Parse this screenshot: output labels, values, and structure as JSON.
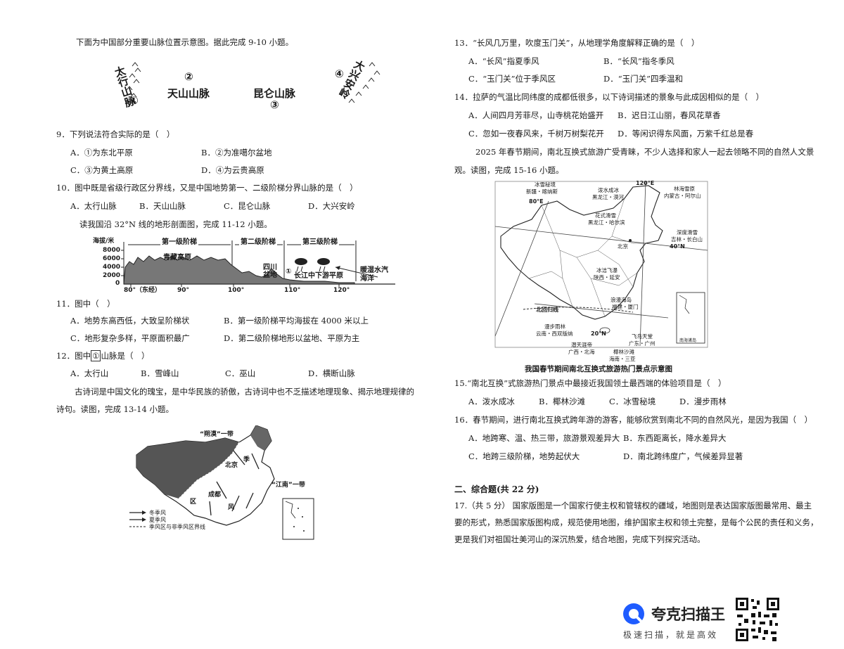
{
  "left": {
    "intro_mtn": "下面为中国部分重要山脉位置示意图。据此完成 9-10 小题。",
    "mtn_labels": {
      "m1": "太行山脉",
      "n1": "①",
      "n2": "②",
      "m2": "天山山脉",
      "m3": "昆仑山脉",
      "n3": "③",
      "n4": "④",
      "m4": "大兴安岭"
    },
    "q9": {
      "stem": "9．下列说法符合实际的是（　）",
      "a": "A．①为东北平原",
      "b": "B．②为准噶尔盆地",
      "c": "C．③为黄土高原",
      "d": "D．④为云贵高原"
    },
    "q10": {
      "stem": "10．图中既是省级行政区分界线，又是中国地势第一、二级阶梯分界山脉的是（　）",
      "a": "A．太行山脉",
      "b": "B．天山山脉",
      "c": "C．昆仑山脉",
      "d": "D．大兴安岭"
    },
    "intro_profile": "读我国沿 32°N 线的地形剖面图，完成 11-12 小题。",
    "profile": {
      "ylabel": "海拔/米",
      "yticks": [
        "8000",
        "6000",
        "4000",
        "2000",
        "0"
      ],
      "xticks": [
        "80°（东经）",
        "90°",
        "100°",
        "110°",
        "120°"
      ],
      "step1": "第一级阶梯",
      "step2": "第二级阶梯",
      "step3": "第三级阶梯",
      "plateau": "青藏高原",
      "basin_a": "四川",
      "basin_b": "盆地",
      "plain": "长江中下游平原",
      "vapor": "暖湿水汽",
      "ocean": "海洋",
      "marker": "①"
    },
    "q11": {
      "stem": "11．图中（　）",
      "a": "A．地势东高西低，大致呈阶梯状",
      "b": "B．第一级阶梯平均海拔在 4000 米以上",
      "c": "C．地形复杂多样，平原面积最广",
      "d": "D．第二级阶梯地形以盆地、平原为主"
    },
    "q12": {
      "stem_a": "12．图中",
      "stem_mark": "①",
      "stem_b": "山脉是（　）",
      "a": "A．太行山",
      "b": "B．雪峰山",
      "c": "C．巫山",
      "d": "D．横断山脉"
    },
    "intro_poem_1": "古诗词是中国文化的瑰宝，是中华民族的骄傲，古诗词中也不乏描述地理现象、揭示地理规律的",
    "intro_poem_2": "诗句。读图，完成 13-14 小题。",
    "map1": {
      "shuofang": "“朔漠”一带",
      "jiangnan": "“江南”一带",
      "beijing": "北京",
      "chengdu": "成都",
      "feng": "风",
      "qu": "区",
      "ji": "季",
      "legend_winter": "冬季风",
      "legend_summer": "夏季风",
      "legend_boundary": "季风区与非季风区界线"
    }
  },
  "right": {
    "q13": {
      "stem": "13．“长风几万里，吹度玉门关”，从地理学角度解释正确的是（　）",
      "a": "A．“长风”指夏季风",
      "b": "B．“长风”指冬季风",
      "c": "C．“玉门关”位于季风区",
      "d": "D．“玉门关”四季温和"
    },
    "q14": {
      "stem": "14．拉萨的气温比同纬度的成都低很多，以下诗词描述的景象与此成因相似的是（　）",
      "a": "A．人间四月芳菲尽，山寺桃花始盛开",
      "b": "B．迟日江山丽，春风花草香",
      "c": "C．忽如一夜春风来，千树万树梨花开",
      "d": "D．等闲识得东风面，万紫千红总是春"
    },
    "intro_travel_1": "2025 年春节期间，南北互换式旅游广受青睐，不少人选择和家人一起去领略不同的自然人文景",
    "intro_travel_2": "观。读图，完成 15-16 小题。",
    "map2": {
      "xinjiang_a": "冰雪秘境",
      "xinjiang_b": "新疆・喀纳斯",
      "e80": "80°E",
      "e120": "120°E",
      "heilong_a": "泼水成冰",
      "heilong_b": "黑龙江・漠河",
      "neimeng_a": "林海雪原",
      "neimeng_b": "内蒙古・阿尔山",
      "harbin_a": "花式滑雪",
      "harbin_b": "黑龙江・哈尔滨",
      "jilin_a": "深度滑雪",
      "jilin_b": "吉林・长白山",
      "n40": "40°N",
      "beijing": "北京",
      "yanan_a": "冰洁飞瀑",
      "yanan_b": "陕西・延安",
      "xiamen_a": "浪漫海岛",
      "xiamen_b": "福建・厦门",
      "tropic": "北回归线",
      "yunnan_a": "漫步雨林",
      "yunnan_b": "云南・西双版纳",
      "guangzhou_a": "飞鸟天堂",
      "guangzhou_b": "广东・广州",
      "n20": "20°N",
      "sanya_a": "椰林沙滩",
      "sanya_b": "海南・三亚",
      "haikou_a": "潜天涯帝",
      "haikou_b": "广西・北海",
      "inset": "南海诸岛",
      "caption": "我国春节期间南北互换式旅游热门景点示意图"
    },
    "q15": {
      "stem": "15.“南北互换”式旅游热门景点中最接近我国领土最西端的体验项目是（　）",
      "a": "A．泼水成冰",
      "b": "B．椰林沙滩",
      "c": "C．冰雪秘境",
      "d": "D．漫步雨林"
    },
    "q16": {
      "stem": "16．春节期间，进行南北互换式跨年游的游客，能够欣赏到南北不同的自然风光，是因为我国（　）",
      "a": "A．地跨寒、温、热三带，旅游景观差异大",
      "b": "B．东西距离长，降水差异大",
      "c": "C．地跨三级阶梯，地势起伏大",
      "d": "D．南北跨纬度广，气候差异显著"
    },
    "section2": "二、综合题(共 22 分)",
    "q17_1": "17.（共 5 分） 国家版图是一个国家行使主权和管辖权的疆域，地图则是表达国家版图最常用、最主",
    "q17_2": "要的形式，熟悉国家版图构成，规范使用地图，维护国家主权和领土完整，是每个公民的责任和义务，",
    "q17_3": "更是我们对祖国壮美河山的深沉热爱，结合地图，完成下列探究活动。"
  },
  "watermark": {
    "name": "夸克扫描王",
    "slogan": "极速扫描，就是高效",
    "brand_color": "#1f5cff"
  }
}
